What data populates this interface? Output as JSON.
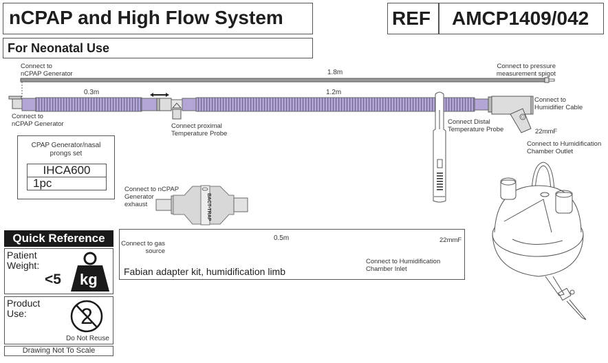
{
  "header": {
    "title": "nCPAP and High Flow System",
    "subtitle": "For Neonatal Use",
    "ref_label": "REF",
    "ref_code": "AMCP1409/042"
  },
  "main_circuit": {
    "pressure_line_label_left": "Connect to\nnCPAP Generator",
    "pressure_line_length": "1.8m",
    "pressure_line_label_right": "Connect to pressure\nmeasurement spigot",
    "short_limb_length": "0.3m",
    "long_limb_length": "1.2m",
    "generator_connect_label": "Connect to\nnCPAP Generator",
    "proximal_probe_label": "Connect proximal\nTemperature Probe",
    "distal_probe_label": "Connect Distal\nTemperature Probe",
    "humidifier_cable_label": "Connect to\nHumidifier Cable",
    "outlet_size": "22mmF",
    "chamber_outlet_label": "Connect to Humidification\nChamber Outlet",
    "tube_color": "#b3a6d6"
  },
  "package": {
    "title": "CPAP Generator/nasal\nprongs set",
    "code": "IHCA600",
    "quantity": "1pc"
  },
  "filter": {
    "label": "Connect to nCPAP\nGenerator\nexhaust",
    "brand_text": "BACT-TRAP"
  },
  "fabian_kit": {
    "title": "Fabian adapter kit, humidification limb",
    "gas_source_label": "Connect to gas\nsource",
    "length": "0.5m",
    "inlet_size": "22mmF",
    "inlet_label": "Connect to Humidification\nChamber Inlet"
  },
  "quick_reference": {
    "heading": "Quick Reference",
    "weight_label": "Patient\nWeight:",
    "weight_value": "<5",
    "weight_unit": "kg",
    "use_label": "Product\nUse:",
    "use_symbol_caption": "Do Not Reuse",
    "footer": "Drawing Not To Scale"
  }
}
